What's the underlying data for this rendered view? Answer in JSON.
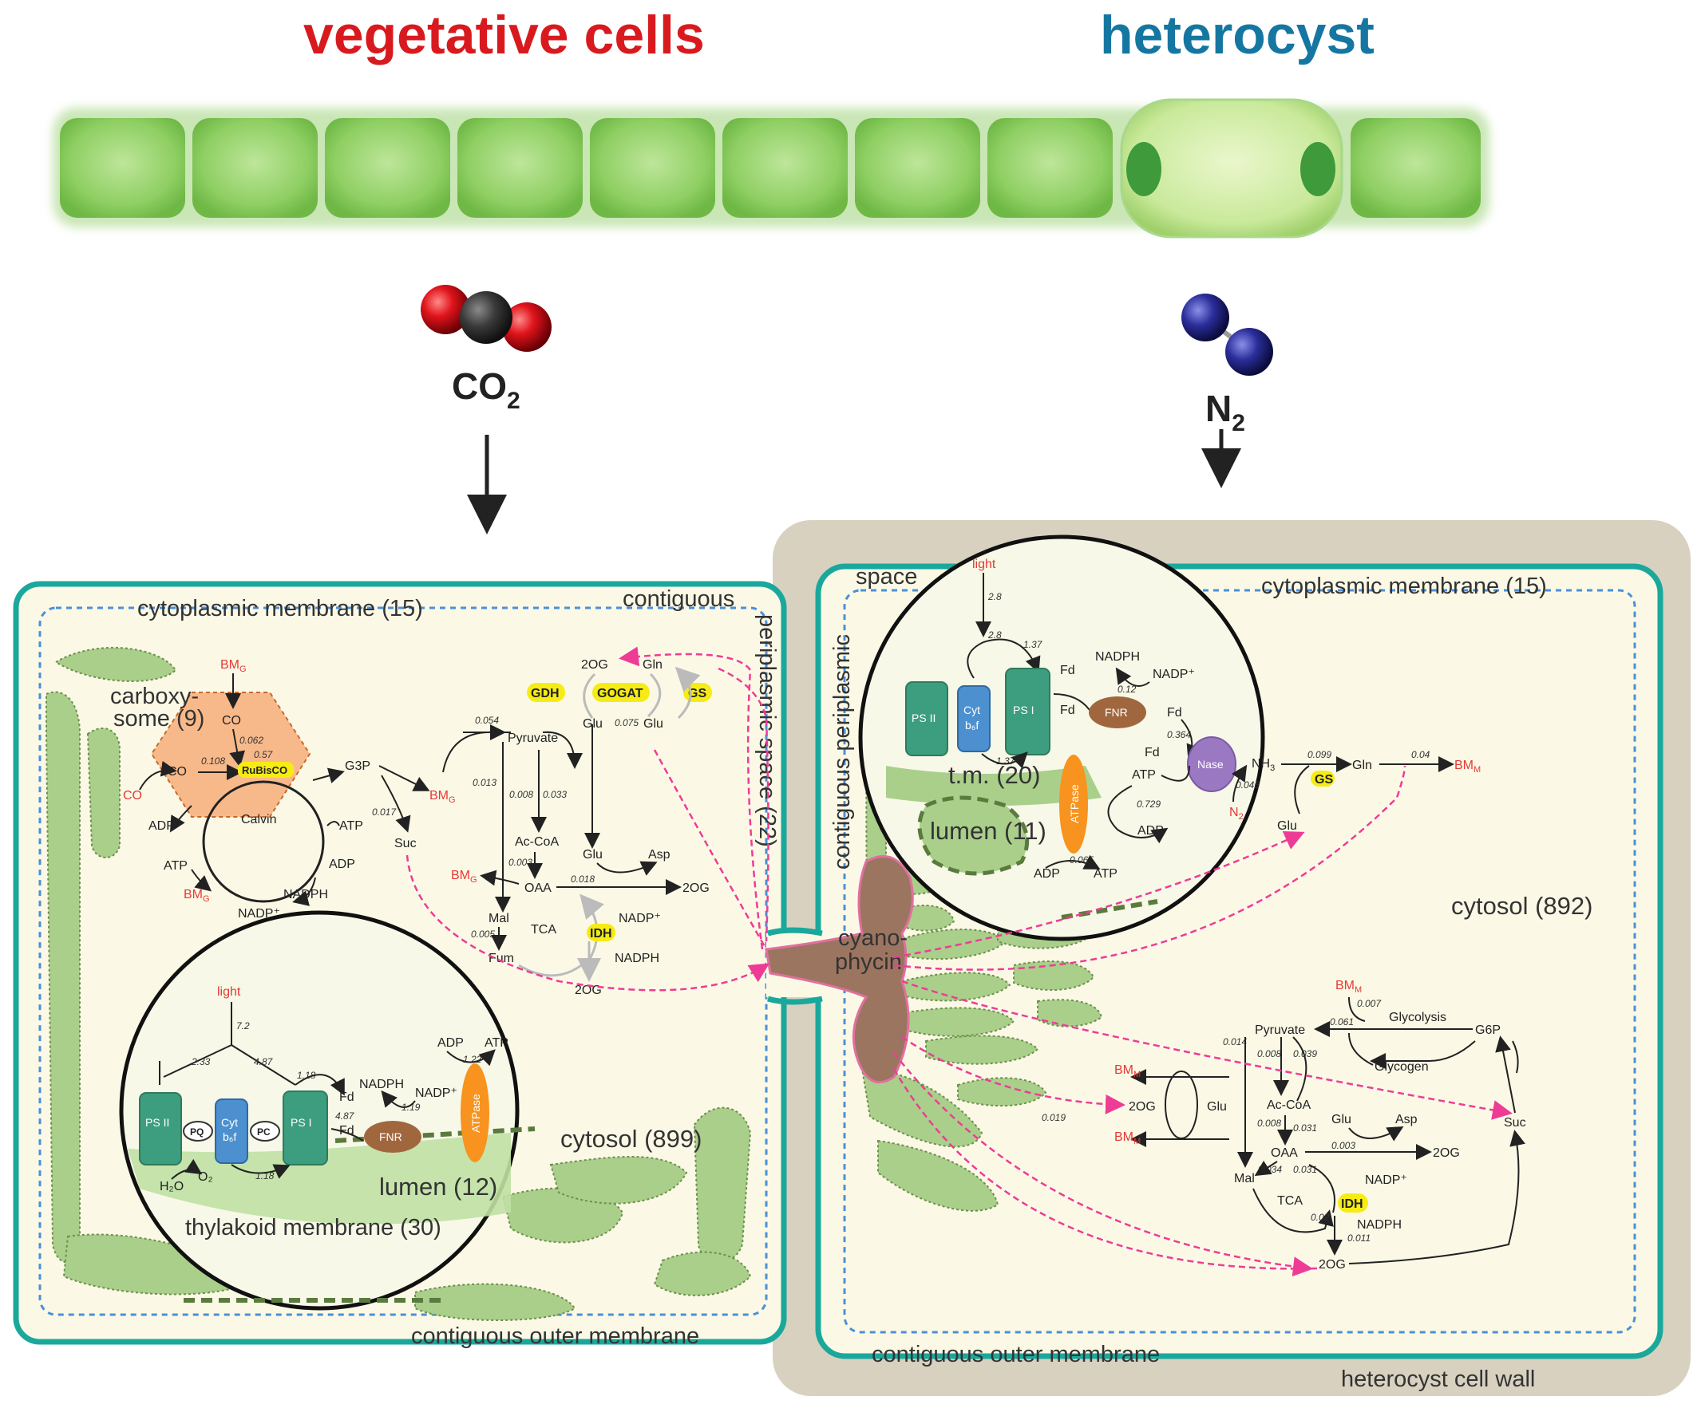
{
  "header": {
    "vegetative_title": "vegetative cells",
    "heterocyst_title": "heterocyst"
  },
  "molecules": {
    "co2_label": "CO",
    "co2_sub": "2",
    "n2_label": "N",
    "n2_sub": "2"
  },
  "colors": {
    "vegetative_title": "#d81a1f",
    "heterocyst_title": "#1577a1",
    "outer_membrane": "#1aa89c",
    "cytoplasmic_membrane": "#4a90d9",
    "cytosol": "#fbf9e6",
    "heterocyst_wall": "#d9d2c1",
    "thylakoid": "#a9cf8b",
    "transport_arrow": "#ee3c96",
    "enzyme_highlight": "#f6ec14",
    "cyanophycin": "#9c7561",
    "photosystem": "#3d9e7f",
    "fnr": "#a0673f",
    "atpase": "#f7931e",
    "nase": "#9b79c2"
  },
  "vegetative": {
    "cytoplasmic_membrane": "cytoplasmic membrane (15)",
    "contiguous": "contiguous",
    "periplasmic_space": "periplasmic space (22)",
    "carboxysome_line1": "carboxy-",
    "carboxysome_line2": "some (9)",
    "cytosol": "cytosol (899)",
    "lumen": "lumen (12)",
    "thylakoid_membrane": "thylakoid membrane (30)",
    "outer_membrane": "contiguous outer membrane",
    "metabolites": {
      "bm_top": "BM",
      "bm_sub": "G",
      "co2_in": "CO",
      "co2_out": "CO",
      "co2_red": "CO",
      "rubisco": "RuBisCO",
      "calvin": "Calvin",
      "g3p": "G3P",
      "suc": "Suc",
      "adp1": "ADP",
      "atp1": "ATP",
      "atp2": "ATP",
      "adp2": "ADP",
      "nadph": "NADPH",
      "nadp": "NADP⁺",
      "bm_left": "BM",
      "bm_mid": "BM",
      "bm_oaa": "BM",
      "pyruvate": "Pyruvate",
      "accoa": "Ac-CoA",
      "oaa": "OAA",
      "mal": "Mal",
      "fum": "Fum",
      "tca": "TCA",
      "glu": "Glu",
      "asp": "Asp",
      "twoog": "2OG",
      "twoog_b": "2OG",
      "idh": "IDH",
      "idh_nadp": "NADP⁺",
      "idh_nadph": "NADPH",
      "gogat": "GOGAT",
      "gdh": "GDH",
      "gs": "GS",
      "twoog_top": "2OG",
      "gln_top": "Gln",
      "glu_left": "Glu",
      "glu_right": "Glu"
    },
    "fluxes": {
      "f1": "0.054",
      "f2": "0.013",
      "f3": "0.008",
      "f4": "0.033",
      "f5": "0.003",
      "f6": "0.018",
      "f7": "0.005",
      "f8": "0.017",
      "f9": "0.108",
      "f10": "0.062",
      "f11": "0.57",
      "f12": "0.075"
    },
    "photo": {
      "light": "light",
      "f_light": "7.2",
      "f_a": "2.33",
      "f_b": "4.87",
      "f_c": "1.18",
      "f_d": "4.87",
      "f_e": "1.18",
      "f_f": "1.19",
      "f_g": "1.22",
      "psii": "PS II",
      "pq": "PQ",
      "cyt": "Cyt",
      "cyt2": "b₆f",
      "pc": "PC",
      "psi": "PS I",
      "fd_ox": "Fd",
      "fd_red": "Fd",
      "fnr": "FNR",
      "nadph": "NADPH",
      "nadp": "NADP⁺",
      "adp": "ADP",
      "atp": "ATP",
      "atpase": "ATPase",
      "h2o": "H₂O",
      "o2": "O₂"
    }
  },
  "heterocyst": {
    "space": "space",
    "contiguous_periplasmic": "contiguous periplasmic",
    "cytoplasmic_membrane": "cytoplasmic membrane (15)",
    "tm": "t.m. (20)",
    "lumen": "lumen (11)",
    "cytosol": "cytosol (892)",
    "outer_membrane": "contiguous outer membrane",
    "cell_wall": "heterocyst cell wall",
    "cyanophycin_line1": "cyano-",
    "cyanophycin_line2": "phycin",
    "photo": {
      "light": "light",
      "f_1": "2.8",
      "f_2": "2.8",
      "f_3": "1.37",
      "f_4": "1.37",
      "f_5": "0.12",
      "f_6": "0.364",
      "f_7": "0.729",
      "f_8": "0.046",
      "f_9": "0.065",
      "psii": "PS II",
      "cyt": "Cyt",
      "cyt2": "b₆f",
      "psi": "PS I",
      "fd1": "Fd",
      "fd2": "Fd",
      "fd3": "Fd",
      "fd4": "Fd",
      "fnr": "FNR",
      "nadph": "NADPH",
      "nadp": "NADP⁺",
      "nase": "Nase",
      "atp": "ATP",
      "adp": "ADP",
      "adp2": "ADP",
      "atp2": "ATP",
      "atpase": "ATPase",
      "nh3": "NH",
      "n2": "N"
    },
    "metabolites": {
      "gln": "Gln",
      "bm_n": "BM",
      "bm_sub": "M",
      "gs": "GS",
      "glu": "Glu",
      "f_a": "0.099",
      "f_b": "0.04",
      "bm_gly": "BM",
      "f_gly": "0.007",
      "f_py": "0.061",
      "glycolysis": "Glycolysis",
      "g6p": "G6P",
      "glycogen": "Glycogen",
      "suc": "Suc",
      "pyruvate": "Pyruvate",
      "f_pa": "0.014",
      "f_pb": "0.008",
      "f_pc": "0.039",
      "bm_a": "BM",
      "bm_b": "BM",
      "twoog": "2OG",
      "glu2": "Glu",
      "accoa": "Ac-CoA",
      "f_ac": "0.008",
      "f_ad": "0.031",
      "f_cyan": "0.019",
      "glu3": "Glu",
      "asp": "Asp",
      "oaa": "OAA",
      "f_oaa": "0.003",
      "twoog2": "2OG",
      "mal": "Mal",
      "f_m1": "0.034",
      "f_m2": "0.031",
      "tca": "TCA",
      "idh": "IDH",
      "nadp": "NADP⁺",
      "nadph": "NADPH",
      "f_i1": "0.02",
      "f_i2": "0.011",
      "twoog3": "2OG"
    }
  }
}
